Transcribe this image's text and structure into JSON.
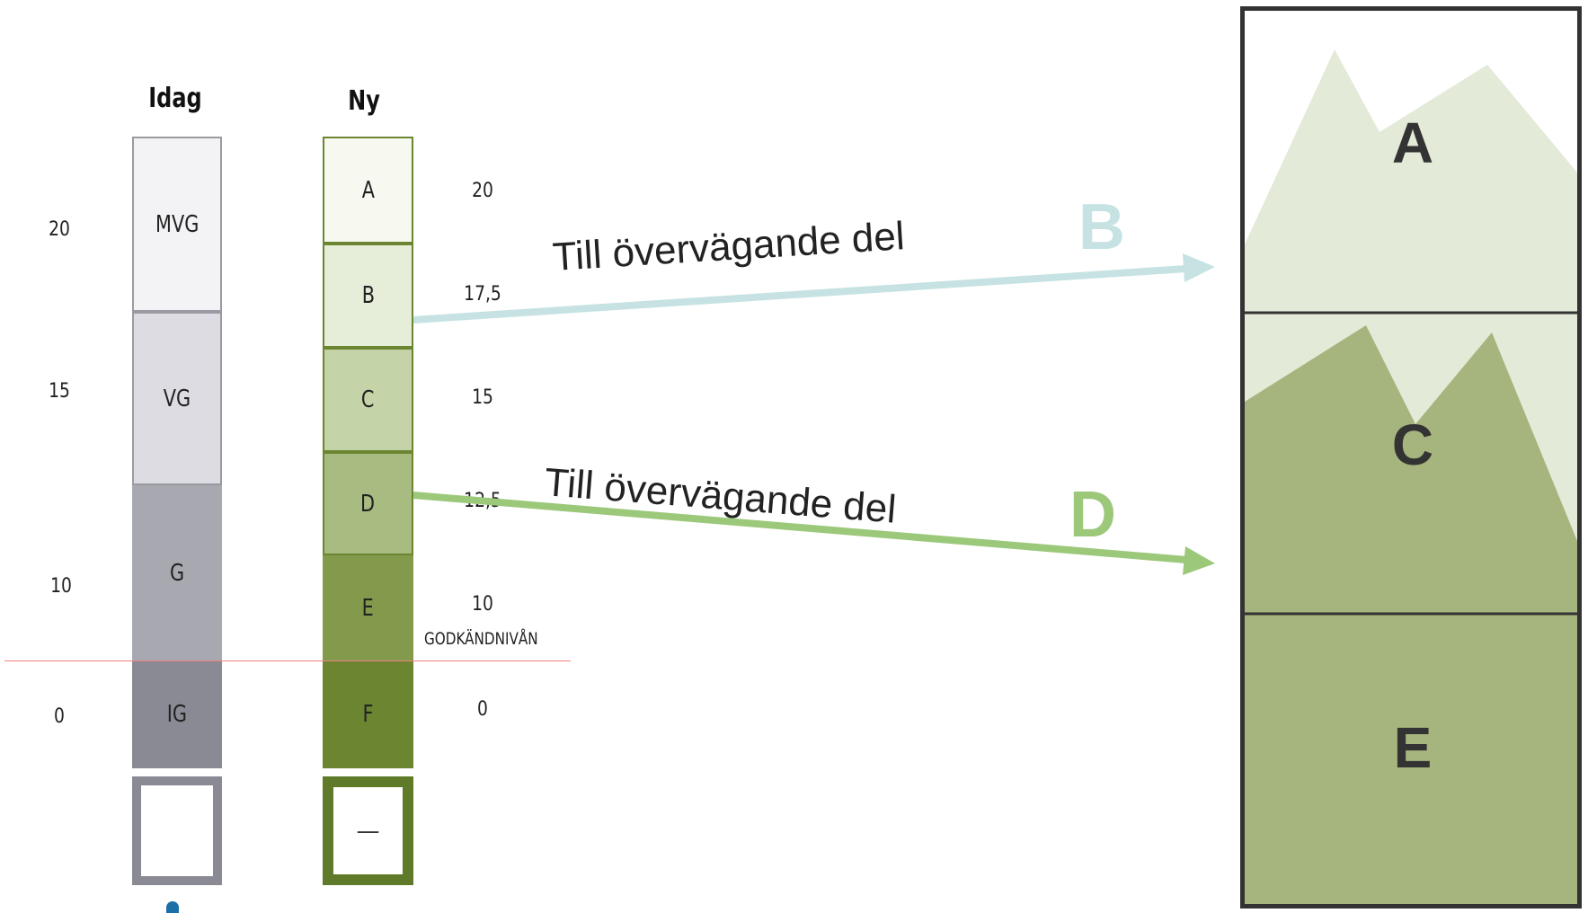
{
  "columns": {
    "idag": {
      "heading": "Idag",
      "grades": [
        {
          "label": "MVG",
          "color": "#f3f3f5"
        },
        {
          "label": "VG",
          "color": "#dcdce2"
        },
        {
          "label": "G",
          "color": "#a8a8b0"
        },
        {
          "label": "IG",
          "color": "#8a8a94"
        }
      ],
      "points": [
        "20",
        "15",
        "10",
        "0"
      ],
      "symbol_color": "#8a8a94"
    },
    "ny": {
      "heading": "Ny",
      "grades": [
        {
          "label": "A",
          "color": "#f7f9f1"
        },
        {
          "label": "B",
          "color": "#e6edd9"
        },
        {
          "label": "C",
          "color": "#c5d3a8"
        },
        {
          "label": "D",
          "color": "#a8bb80"
        },
        {
          "label": "E",
          "color": "#839a4c"
        },
        {
          "label": "F",
          "color": "#6b8530"
        }
      ],
      "points": [
        "20",
        "17,5",
        "15",
        "12,5",
        "10",
        "0"
      ],
      "symbol_label": "—",
      "symbol_color": "#5f7a28"
    }
  },
  "threshold_label": "GODKÄNDNIVÅN",
  "arrows": [
    {
      "text": "Till övervägande del",
      "letter": "B",
      "color": "#c6e2e2"
    },
    {
      "text": "Till övervägande del",
      "letter": "D",
      "color": "#9cc87a"
    }
  ],
  "panel": {
    "letters": [
      "A",
      "C",
      "E"
    ],
    "colors": {
      "light": "#e3ead8",
      "dark": "#a6b57d",
      "border": "#333333"
    }
  }
}
